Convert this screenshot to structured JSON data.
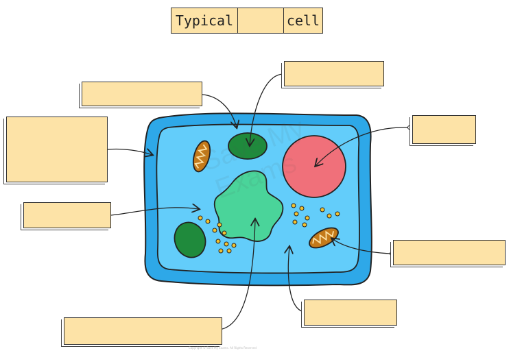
{
  "title": {
    "left_word": "Typical",
    "blank": "",
    "right_word": "cell"
  },
  "labels": [
    {
      "id": "label-top-left",
      "text": ""
    },
    {
      "id": "label-left-large",
      "text": ""
    },
    {
      "id": "label-left-middle",
      "text": ""
    },
    {
      "id": "label-bottom-left",
      "text": ""
    },
    {
      "id": "label-top-center",
      "text": ""
    },
    {
      "id": "label-right-top",
      "text": ""
    },
    {
      "id": "label-right-middle",
      "text": ""
    },
    {
      "id": "label-bottom-right",
      "text": ""
    }
  ],
  "colors": {
    "label_fill": "#fde3a7",
    "cell_wall": "#2ea8e8",
    "cytoplasm": "#63cdfa",
    "vacuole": "#f0707a",
    "nucleus": "#4ad49a",
    "chloroplast": "#1f8a3c",
    "mitochondria": "#c47a1a",
    "ribosome": "#f2c230"
  },
  "watermark": "Copyright © Save My Exams. All Rights Reserved"
}
